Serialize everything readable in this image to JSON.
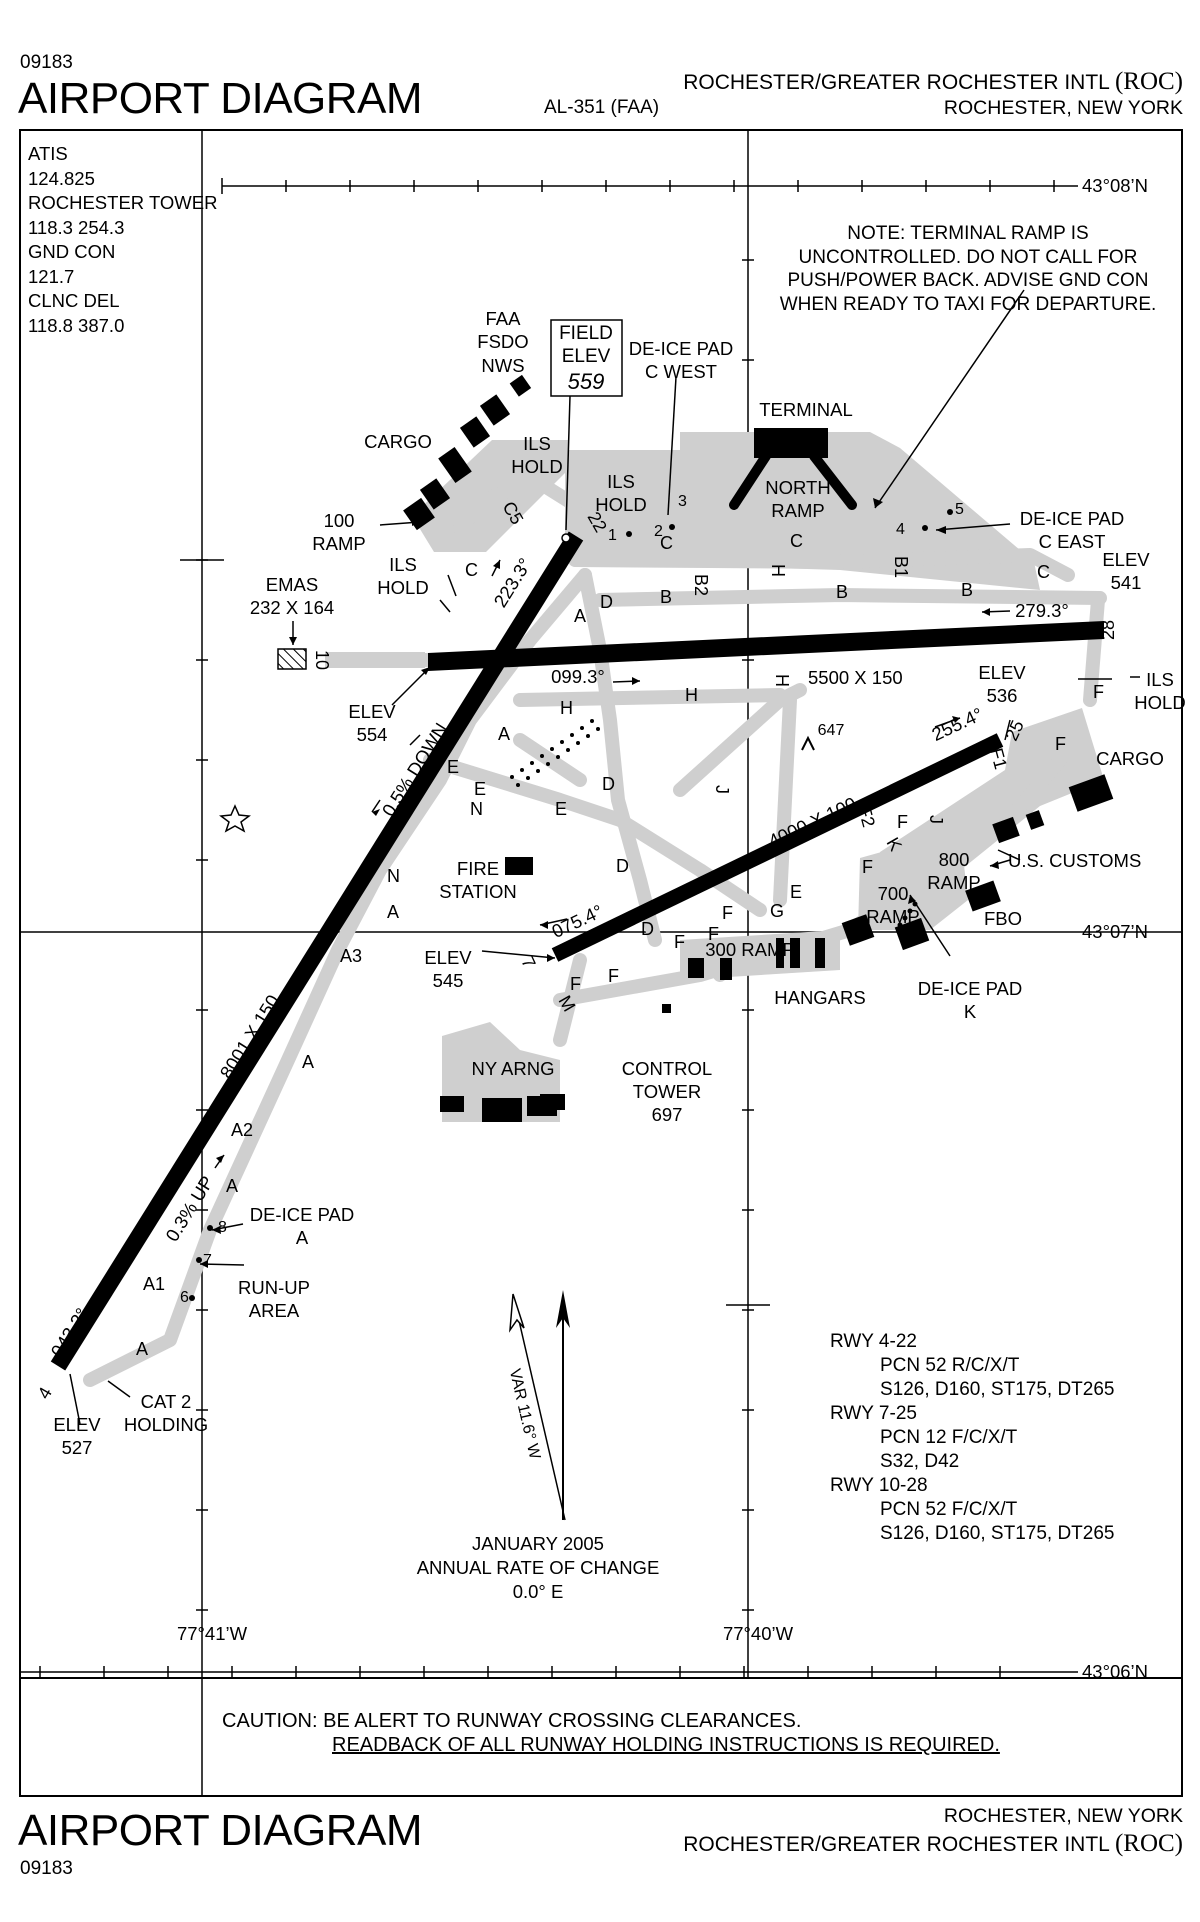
{
  "header": {
    "chart_id_top": "09183",
    "title_top": "AIRPORT DIAGRAM",
    "subtitle": "AL-351 (FAA)",
    "airport_name": "ROCHESTER/GREATER ROCHESTER INTL",
    "airport_code": "(ROC)",
    "city": "ROCHESTER, NEW YORK"
  },
  "footer": {
    "title_bottom": "AIRPORT DIAGRAM",
    "chart_id_bottom": "09183",
    "city": "ROCHESTER, NEW YORK",
    "airport_name": "ROCHESTER/GREATER ROCHESTER INTL",
    "airport_code": "(ROC)"
  },
  "comm": [
    "ATIS",
    "124.825",
    "ROCHESTER TOWER",
    "118.3  254.3",
    "GND CON",
    "121.7",
    "CLNC DEL",
    "118.8  387.0"
  ],
  "note": [
    "NOTE:  TERMINAL RAMP IS",
    "UNCONTROLLED.  DO NOT CALL FOR",
    "PUSH/POWER BACK.  ADVISE GND CON",
    "WHEN READY TO TAXI FOR DEPARTURE."
  ],
  "caution": {
    "line1": "CAUTION: BE ALERT TO RUNWAY CROSSING CLEARANCES.",
    "line2": "READBACK OF ALL RUNWAY HOLDING INSTRUCTIONS IS REQUIRED."
  },
  "coords": {
    "lat_n1": "43°08’N",
    "lat_n2": "43°07’N",
    "lat_n3": "43°06’N",
    "lon_1": "77°41’W",
    "lon_2": "77°40’W"
  },
  "runways": {
    "rwy_4_22_dim": "8001 X 150",
    "rwy_10_28_dim": "5500  X 150",
    "rwy_7_25_dim": "4000 X 100",
    "end_4": "4",
    "end_22": "22",
    "end_10": "10",
    "end_28": "28",
    "end_7": "7",
    "end_25": "25",
    "hdg_043": "043.2°",
    "hdg_223": "223.3°",
    "hdg_099": "099.3°",
    "hdg_279": "279.3°",
    "hdg_075": "075.4°",
    "hdg_255": "255.4°",
    "slope_down": "0.5% DOWN",
    "slope_up": "0.3% UP"
  },
  "elevations": {
    "field_line1": "FIELD",
    "field_line2": "ELEV",
    "field_value": "559",
    "elev_word": "ELEV",
    "e527": "527",
    "e554": "554",
    "e541": "541",
    "e536": "536",
    "e545": "545",
    "obstacle": "647",
    "tower_value": "697"
  },
  "labels": {
    "faa": "FAA",
    "fsdo": "FSDO",
    "nws": "NWS",
    "cargo": "CARGO",
    "ils": "ILS",
    "hold": "HOLD",
    "ramp100_a": "100",
    "ramp": "RAMP",
    "emas": "EMAS",
    "emas_dim": "232 X 164",
    "deice_pad": "DE-ICE PAD",
    "c_west": "C WEST",
    "c_east": "C EAST",
    "pad_a": "A",
    "pad_k": "K",
    "terminal": "TERMINAL",
    "north": "NORTH",
    "fire": "FIRE",
    "station": "STATION",
    "us_customs": "U.S. CUSTOMS",
    "ramp800": "800",
    "ramp700": "700",
    "fbo": "FBO",
    "ramp300": "300 RAMP",
    "hangars": "HANGARS",
    "ny_arng": "NY ARNG",
    "control": "CONTROL",
    "tower": "TOWER",
    "runup": "RUN-UP",
    "area": "AREA",
    "cat2": "CAT 2",
    "holding": "HOLDING",
    "var": "VAR 11.6° W",
    "mag_date": "JANUARY 2005",
    "mag_rate": "ANNUAL RATE OF CHANGE",
    "mag_value": "0.0° E"
  },
  "taxiways": {
    "A": "A",
    "A1": "A1",
    "A2": "A2",
    "A3": "A3",
    "B": "B",
    "B1": "B1",
    "B2": "B2",
    "C": "C",
    "C5": "C5",
    "D": "D",
    "E": "E",
    "F": "F",
    "F1": "F1",
    "F2": "F2",
    "G": "G",
    "H": "H",
    "J": "J",
    "K": "K",
    "M": "M",
    "N": "N"
  },
  "spots": [
    "1",
    "2",
    "3",
    "4",
    "5",
    "6",
    "7",
    "8"
  ],
  "rwy_data": [
    "RWY 4-22",
    "PCN 52 R/C/X/T",
    "S126, D160, ST175, DT265",
    "RWY  7-25",
    "PCN 12 F/C/X/T",
    "S32, D42",
    "RWY 10-28",
    "PCN 52 F/C/X/T",
    "S126, D160, ST175, DT265"
  ]
}
